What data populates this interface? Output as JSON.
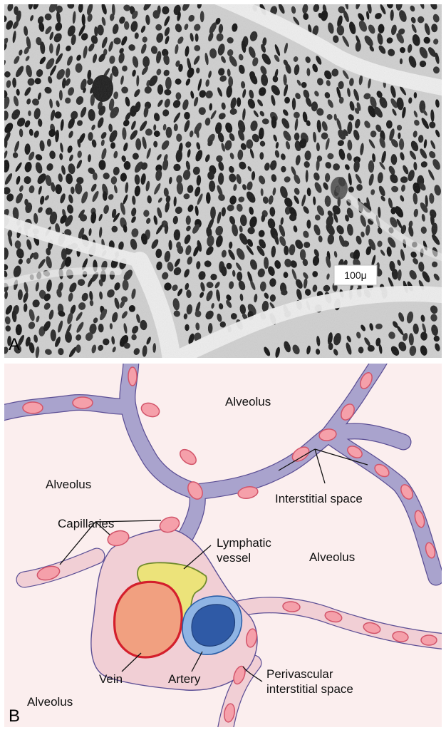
{
  "panel_a": {
    "panel_letter": "A",
    "scale_bar_label": "100μ"
  },
  "panel_b": {
    "panel_letter": "B",
    "labels": {
      "alveolus_top": "Alveolus",
      "alveolus_left": "Alveolus",
      "alveolus_right": "Alveolus",
      "alveolus_bottom_left": "Alveolus",
      "interstitial_space": "Interstitial space",
      "capillaries": "Capillaries",
      "lymphatic_line1": "Lymphatic",
      "lymphatic_line2": "vessel",
      "vein": "Vein",
      "artery": "Artery",
      "perivascular_line1": "Perivascular",
      "perivascular_line2": "interstitial space"
    },
    "colors": {
      "background": "#fbeeee",
      "septum_fill": "#a9a3cd",
      "septum_edge": "#5c4f95",
      "perivascular_fill": "#f1cfd5",
      "capillary_fill": "#f5a0aa",
      "capillary_edge": "#d2546a",
      "vein_fill": "#f1a080",
      "vein_edge": "#d41f2c",
      "artery_fill": "#2f5aa6",
      "artery_halo": "#8fb4e4",
      "lymphatic_fill": "#ece37a",
      "lymphatic_edge": "#6f8b2c"
    }
  }
}
